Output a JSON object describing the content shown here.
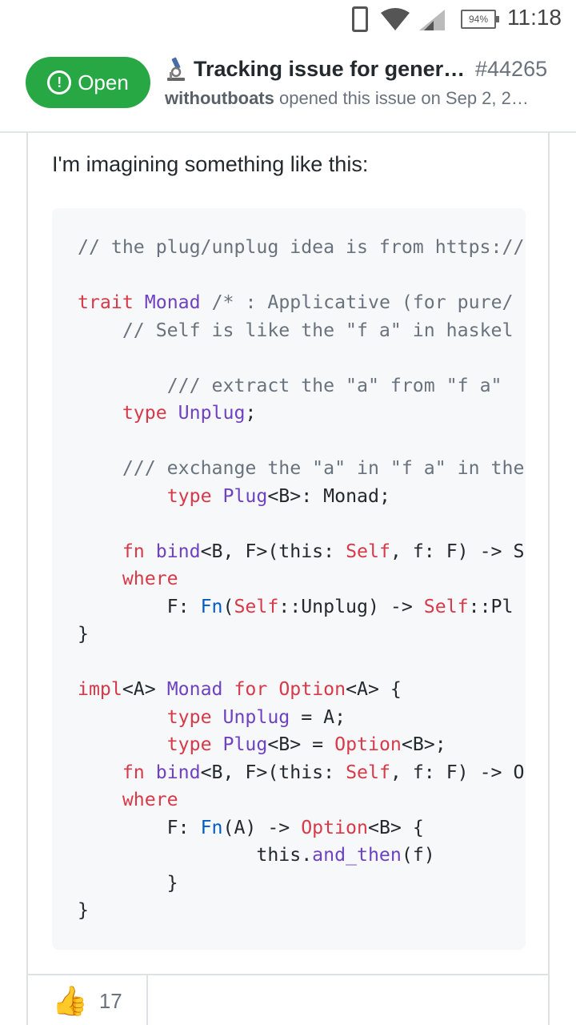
{
  "status_bar": {
    "battery": "94%",
    "time": "11:18"
  },
  "header": {
    "state": "Open",
    "title": "Tracking issue for generi…",
    "number": "#44265",
    "author": "withoutboats",
    "meta_rest": " opened this issue on Sep 2, 2…"
  },
  "comment": {
    "text": "I'm imagining something like this:",
    "reaction_count": "17"
  },
  "colors": {
    "open": "#28a745",
    "keyword": "#d73a49",
    "type": "#6f42c1",
    "comment": "#6a737d",
    "builtin": "#005cc5"
  }
}
